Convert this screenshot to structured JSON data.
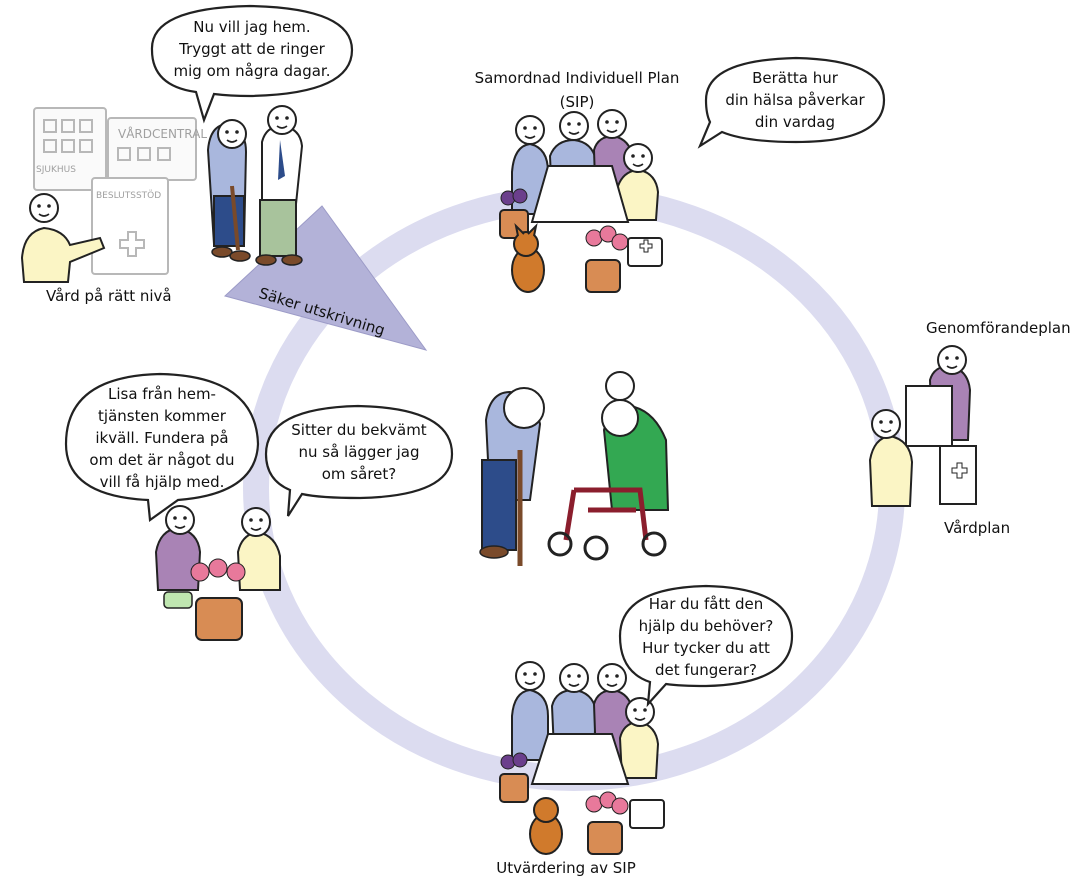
{
  "colors": {
    "cycle_ring": "#dcdcf0",
    "arrow": "#b3b2d8",
    "outline": "#222222",
    "blue_shirt": "#a9b7dd",
    "purple": "#a983b5",
    "yellow": "#fbf5c5",
    "green_dress": "#33a852",
    "pink_flower": "#e8799b",
    "pot": "#d88c54",
    "cat": "#d07a2c",
    "pants": "#2d4c8a",
    "shoes": "#7a4a2a"
  },
  "labels": {
    "vard_pa_ratt_niva": "Vård på rätt nivå",
    "saker_utskrivning": "Säker utskrivning",
    "sip_title_line1": "Samordnad Individuell Plan",
    "sip_title_line2": "(SIP)",
    "genomforandeplan": "Genomförandeplan",
    "vardplan": "Vårdplan",
    "utvardering": "Utvärdering av SIP"
  },
  "building_signs": {
    "vardcentral": "VÅRDCENTRAL",
    "sjukhus": "SJUKHUS",
    "beslutsstod": "BESLUTSSTÖD"
  },
  "bubbles": {
    "hem": [
      "Nu vill jag hem.",
      "Tryggt att de ringer",
      "mig om några dagar."
    ],
    "halsa": [
      "Berätta hur",
      "din hälsa påverkar",
      "din vardag"
    ],
    "lisa": [
      "Lisa från hem-",
      "tjänsten kommer",
      "ikväll. Fundera på",
      "om det är något du",
      "vill få hjälp med."
    ],
    "sitter": [
      "Sitter du bekvämt",
      "nu så lägger jag",
      "om såret?"
    ],
    "hjalp": [
      "Har du fått den",
      "hjälp du behöver?",
      "Hur tycker du att",
      "det fungerar?"
    ]
  }
}
